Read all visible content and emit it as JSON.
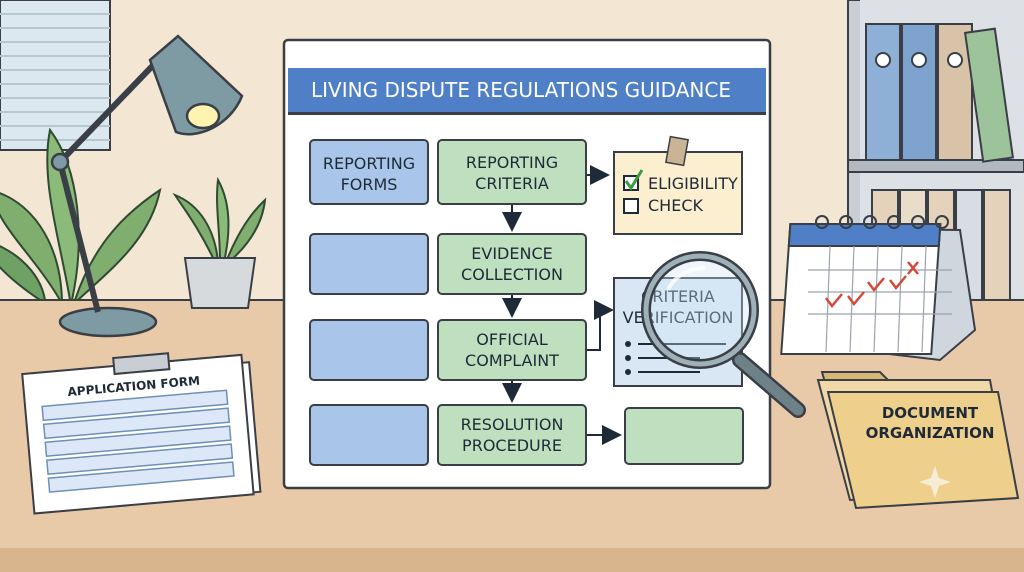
{
  "board": {
    "title": "LIVING DISPUTE REGULATIONS GUIDANCE"
  },
  "flowchart": {
    "left_column": [
      {
        "line1": "REPORTING",
        "line2": "FORMS"
      },
      {
        "line1": "",
        "line2": ""
      },
      {
        "line1": "",
        "line2": ""
      },
      {
        "line1": "",
        "line2": ""
      }
    ],
    "main_steps": [
      {
        "line1": "REPORTING",
        "line2": "CRITERIA"
      },
      {
        "line1": "EVIDENCE",
        "line2": "COLLECTION"
      },
      {
        "line1": "OFFICIAL",
        "line2": "COMPLAINT"
      },
      {
        "line1": "RESOLUTION",
        "line2": "PROCEDURE"
      }
    ],
    "eligibility_note": {
      "line1": "ELIGIBILITY",
      "line2": "CHECK",
      "checked": [
        true,
        false
      ]
    },
    "verification_card": {
      "line1": "CRITERIA",
      "line2": "VERIFICATION",
      "bullets": 3
    },
    "end_box": {
      "label": ""
    }
  },
  "desk_items": {
    "application_form_title": "APPLICATION FORM",
    "folder_line1": "DOCUMENT",
    "folder_line2": "ORGANIZATION"
  },
  "colors": {
    "wall": "#f3e6d3",
    "desk": "#e8c9a8",
    "board_header": "#4f7fc6",
    "blue_box": "#a9c6ea",
    "green_box": "#bfe0bf",
    "note": "#fbefcf",
    "folder": "#eecf8c",
    "lamp": "#7e9aa3",
    "check_mark": "#3e9a45",
    "calendar_mark": "#d24a3a"
  },
  "icons": [
    "desk-lamp-icon",
    "potted-plant-icon",
    "calendar-icon",
    "magnifying-glass-icon",
    "binder-icon",
    "folder-icon",
    "clipboard-icon",
    "sparkle-icon"
  ]
}
